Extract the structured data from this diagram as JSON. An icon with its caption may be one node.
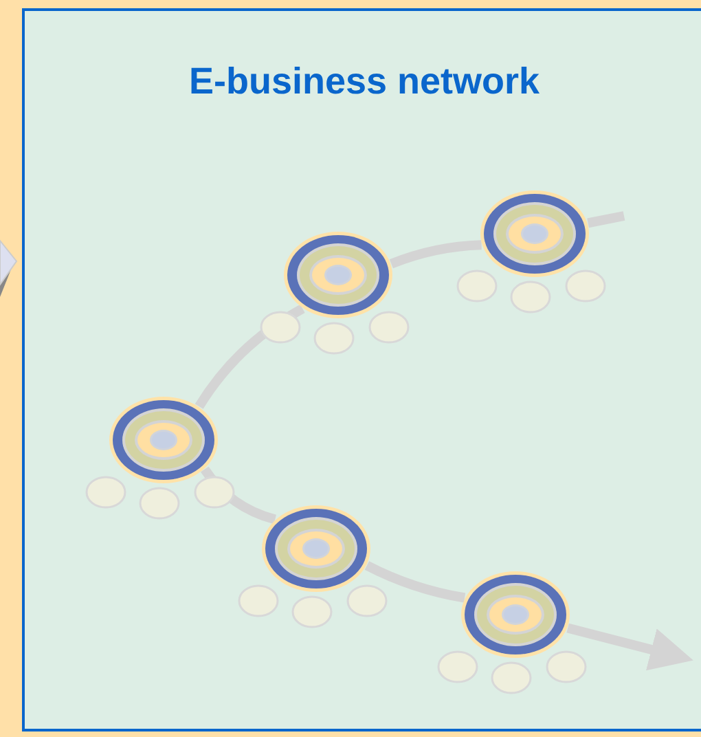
{
  "diagram": {
    "title": "E-business network",
    "nodes": [
      {
        "text": [],
        "shape": "circle"
      },
      {
        "text": [],
        "shape": "circle"
      },
      {
        "text": [],
        "shape": "circle"
      },
      {
        "text": [],
        "shape": "circle"
      },
      {
        "text": [],
        "shape": "circle"
      }
    ],
    "edges": [
      {
        "from": 0,
        "to": 1,
        "arrow": "none"
      },
      {
        "from": 1,
        "to": 2,
        "arrow": "none"
      },
      {
        "from": 2,
        "to": null,
        "arrow": "none"
      },
      {
        "from": 0,
        "to": 3,
        "arrow": "none"
      },
      {
        "from": 3,
        "to": 4,
        "arrow": "none"
      },
      {
        "from": 4,
        "to": null,
        "arrow": "to"
      }
    ]
  }
}
